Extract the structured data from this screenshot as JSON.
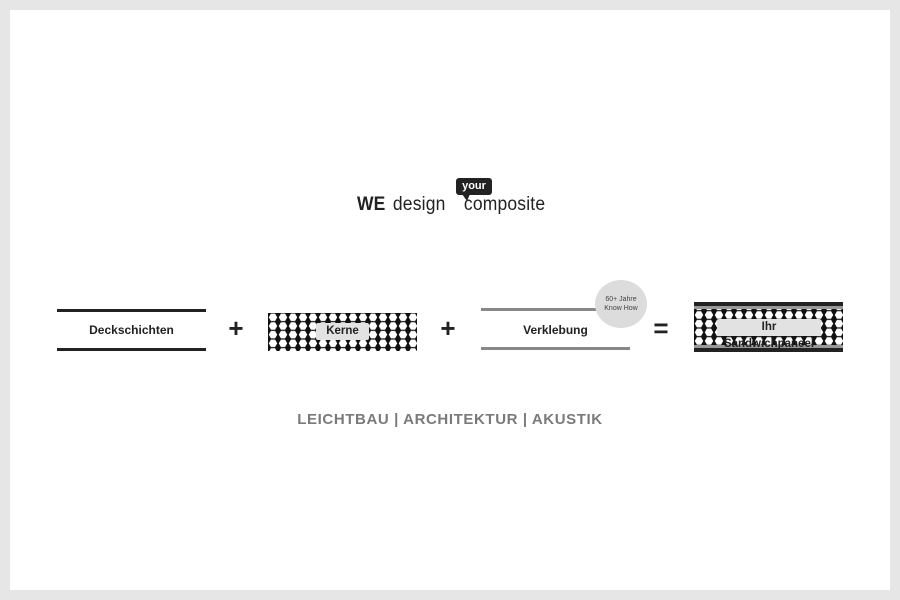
{
  "logo": {
    "we": "WE",
    "design": "design",
    "bubble": "your",
    "composite": "composite"
  },
  "formula": {
    "item1": "Deckschichten",
    "op1": "+",
    "item2": "Kerne",
    "op2": "+",
    "item3": "Verklebung",
    "badge_line1": "60+ Jahre",
    "badge_line2": "Know How",
    "op3": "=",
    "result": "Ihr Sandwichpaneel"
  },
  "tagline": "LEICHTBAU | ARCHITEKTUR | AKUSTIK"
}
